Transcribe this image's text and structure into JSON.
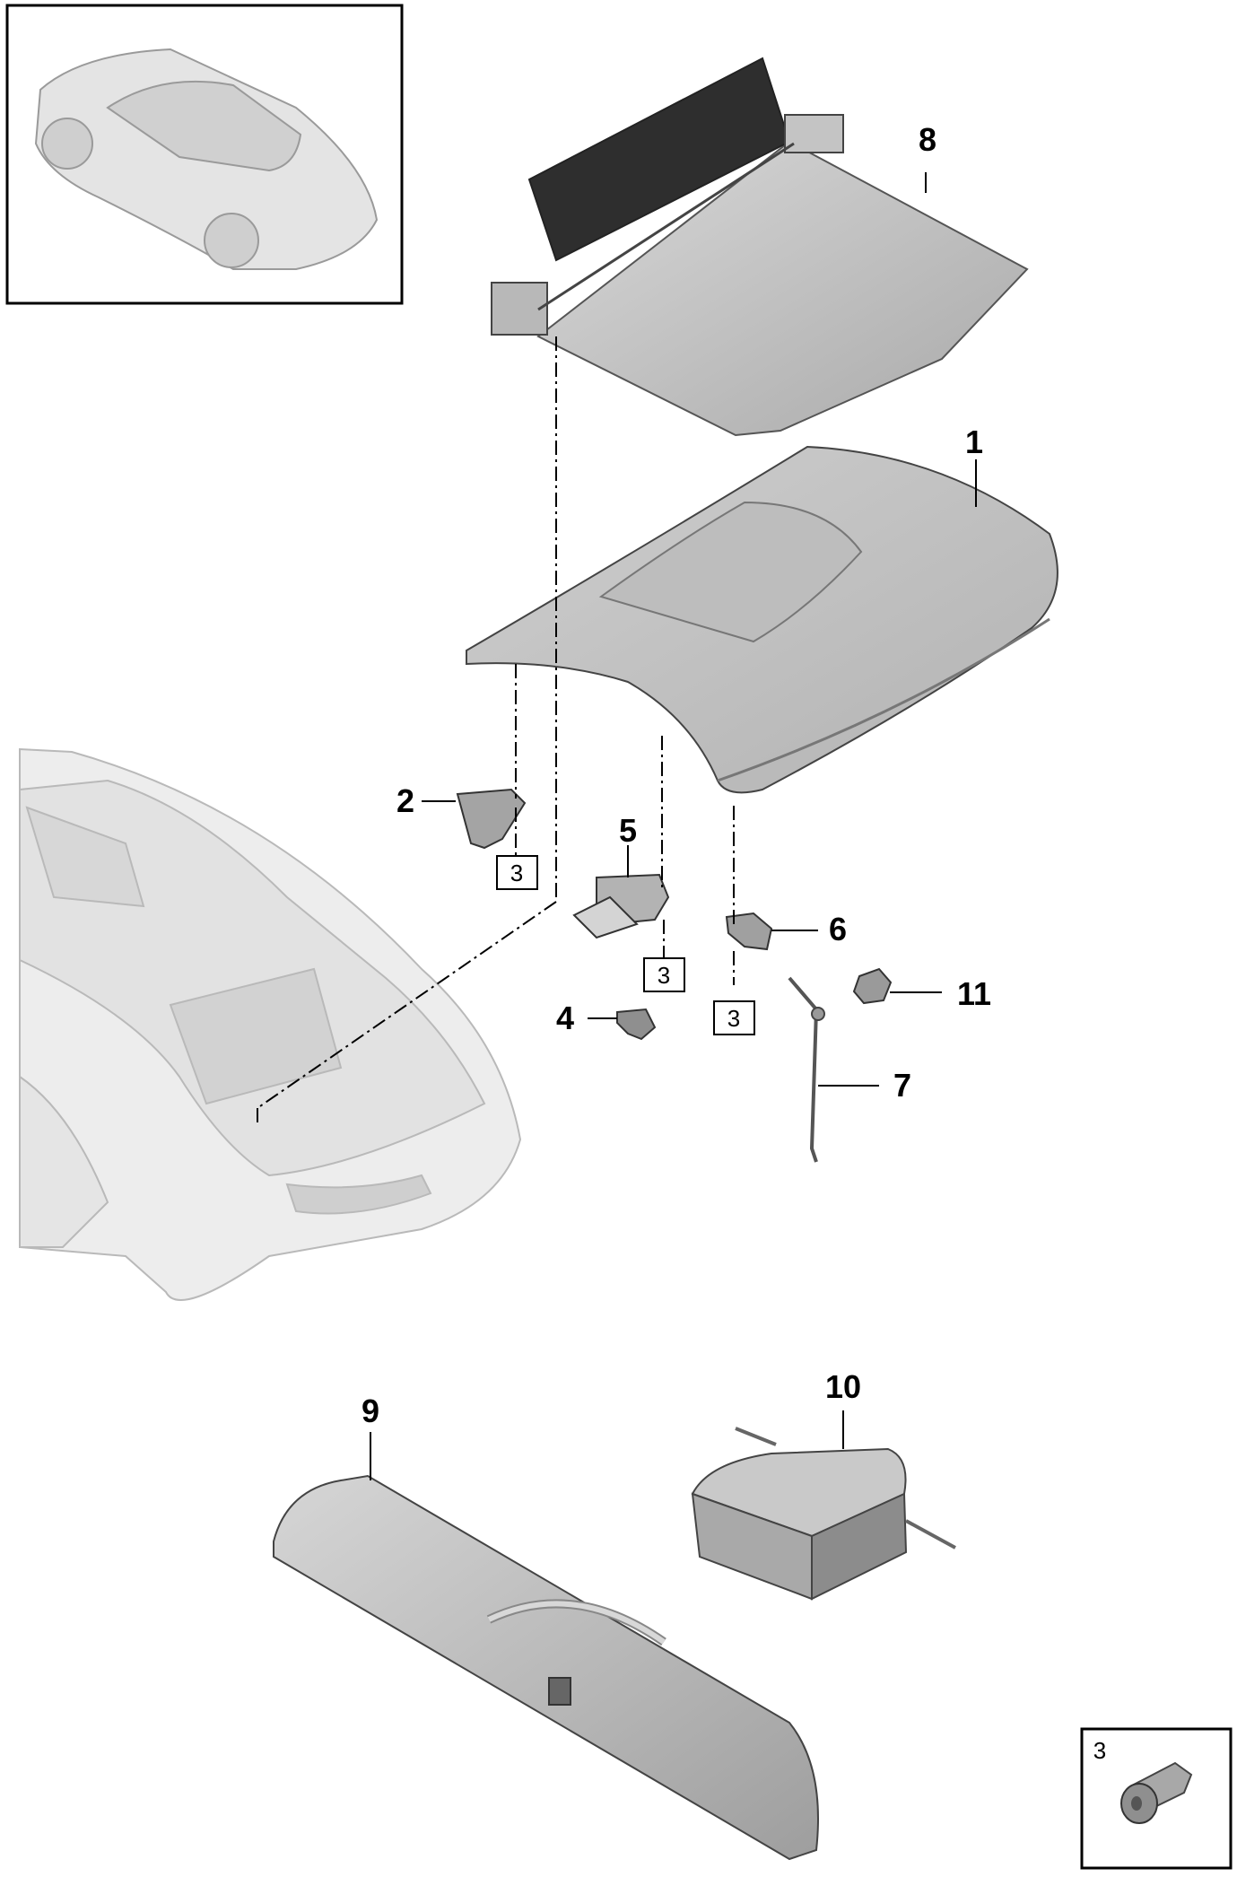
{
  "callouts": {
    "c1": "1",
    "c2": "2",
    "c4": "4",
    "c5": "5",
    "c6": "6",
    "c7": "7",
    "c8": "8",
    "c9": "9",
    "c10": "10",
    "c11": "11"
  },
  "ref_boxes": {
    "b1": "3",
    "b2": "3",
    "b3": "3"
  },
  "legend": {
    "number": "3",
    "icon": "screw-icon"
  },
  "colors": {
    "part_gray": "#c8c8c8",
    "part_dark": "#8a8a8a",
    "outline": "#000000",
    "ghost": "#e3e3e3"
  }
}
